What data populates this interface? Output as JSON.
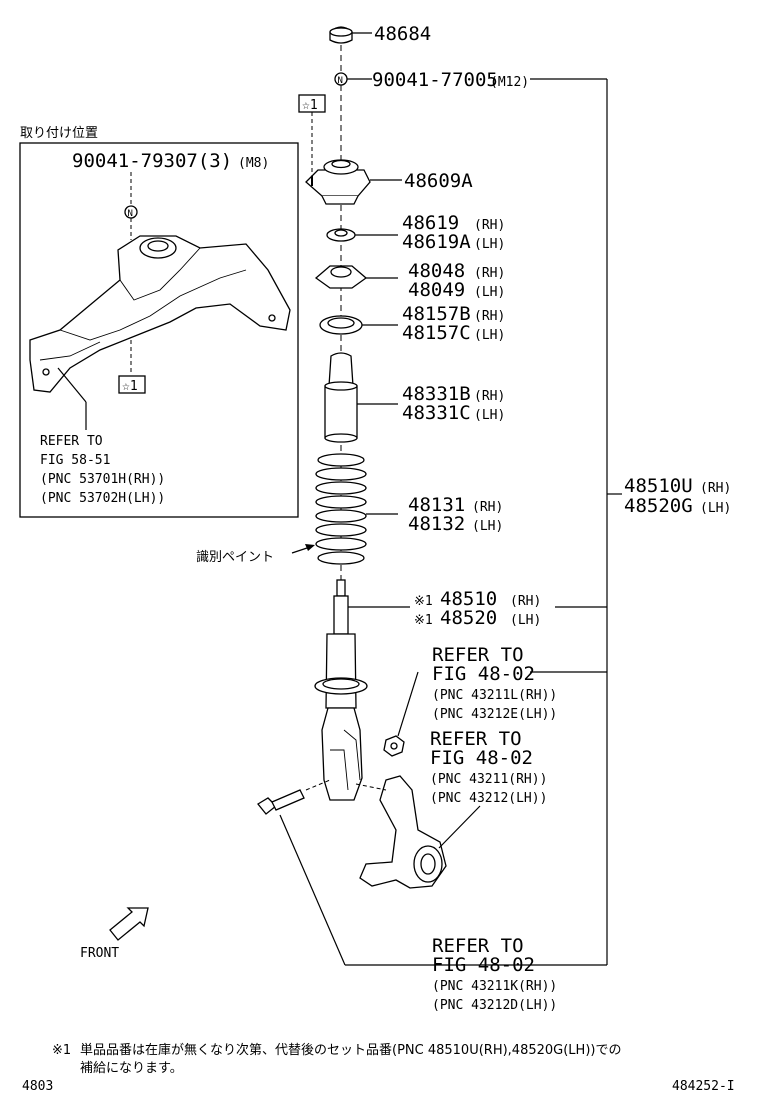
{
  "parts": {
    "p48684": "48684",
    "p90041_77005": "90041-77005",
    "p90041_77005_size": "(M12)",
    "star1_top": "☆1",
    "p48609A": "48609A",
    "p48619": "48619",
    "p48619_rh": "(RH)",
    "p48619A": "48619A",
    "p48619A_lh": "(LH)",
    "p48048": "48048",
    "p48048_rh": "(RH)",
    "p48049": "48049",
    "p48049_lh": "(LH)",
    "p48157B": "48157B",
    "p48157B_rh": "(RH)",
    "p48157C": "48157C",
    "p48157C_lh": "(LH)",
    "p48331B": "48331B",
    "p48331B_rh": "(RH)",
    "p48331C": "48331C",
    "p48331C_lh": "(LH)",
    "p48131": "48131",
    "p48131_rh": "(RH)",
    "p48132": "48132",
    "p48132_lh": "(LH)",
    "paint_label": "識別ペイント",
    "p48510_mark": "※1",
    "p48510": "48510",
    "p48510_rh": "(RH)",
    "p48520_mark": "※1",
    "p48520": "48520",
    "p48520_lh": "(LH)",
    "p48510U": "48510U",
    "p48510U_rh": "(RH)",
    "p48520G": "48520G",
    "p48520G_lh": "(LH)"
  },
  "inset": {
    "title": "取り付け位置",
    "bolt": "90041-79307(3)",
    "bolt_size": "(M8)",
    "star1": "☆1",
    "refer_line1": "REFER TO",
    "refer_line2": "FIG 58-51",
    "refer_line3": "(PNC 53701H(RH))",
    "refer_line4": "(PNC 53702H(LH))"
  },
  "refer_a": {
    "line1": "REFER TO",
    "line2": "FIG 48-02",
    "line3": "(PNC 43211L(RH))",
    "line4": "(PNC 43212E(LH))"
  },
  "refer_b": {
    "line1": "REFER TO",
    "line2": "FIG 48-02",
    "line3": "(PNC 43211(RH))",
    "line4": "(PNC 43212(LH))"
  },
  "refer_c": {
    "line1": "REFER TO",
    "line2": "FIG 48-02",
    "line3": "(PNC 43211K(RH))",
    "line4": "(PNC 43212D(LH))"
  },
  "front_label": "FRONT",
  "footnote": {
    "mark": "※1",
    "line1": "単品品番は在庫が無くなり次第、代替後のセット品番(PNC 48510U(RH),48520G(LH))での",
    "line2": "補給になります。"
  },
  "footer": {
    "page_left": "4803",
    "code_right": "484252-I"
  }
}
